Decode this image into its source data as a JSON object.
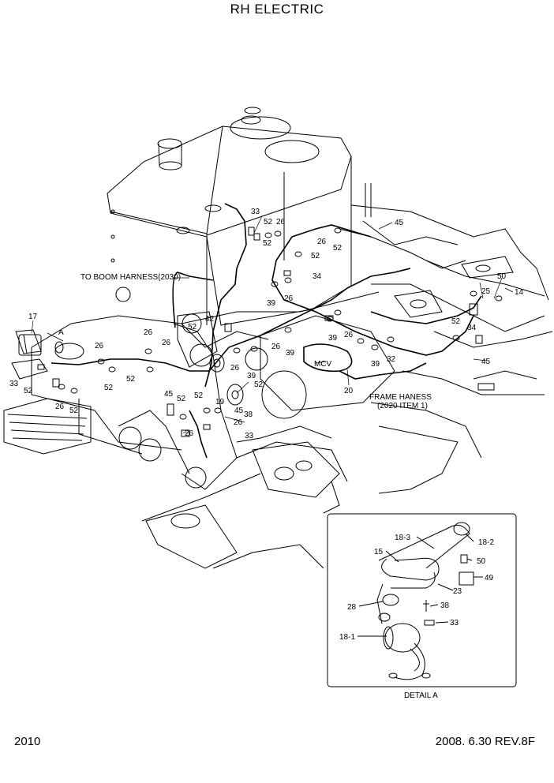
{
  "title": "RH ELECTRIC",
  "page_number": "2010",
  "revision": "2008. 6.30 REV.8F",
  "notes": {
    "boom": "TO BOOM HARNESS(2030)",
    "mcv": "MCV",
    "frame1": "FRAME HANESS",
    "frame2": "(2020 ITEM 1)",
    "detail_ref": "A",
    "detail_caption": "DETAIL A"
  },
  "main_callouts": [
    "33",
    "52",
    "26",
    "52",
    "26",
    "52",
    "34",
    "39",
    "26",
    "45",
    "52",
    "50",
    "25",
    "14",
    "34",
    "52",
    "45",
    "17",
    "A",
    "26",
    "26",
    "26",
    "52",
    "52",
    "33",
    "52",
    "26",
    "52",
    "42",
    "52",
    "26",
    "39",
    "26",
    "39",
    "39",
    "26",
    "39",
    "32",
    "20",
    "52",
    "19",
    "52",
    "45",
    "38",
    "26",
    "33",
    "45",
    "26"
  ],
  "detail_callouts": [
    "18-3",
    "18-2",
    "15",
    "50",
    "49",
    "23",
    "28",
    "38",
    "18-1",
    "33"
  ]
}
